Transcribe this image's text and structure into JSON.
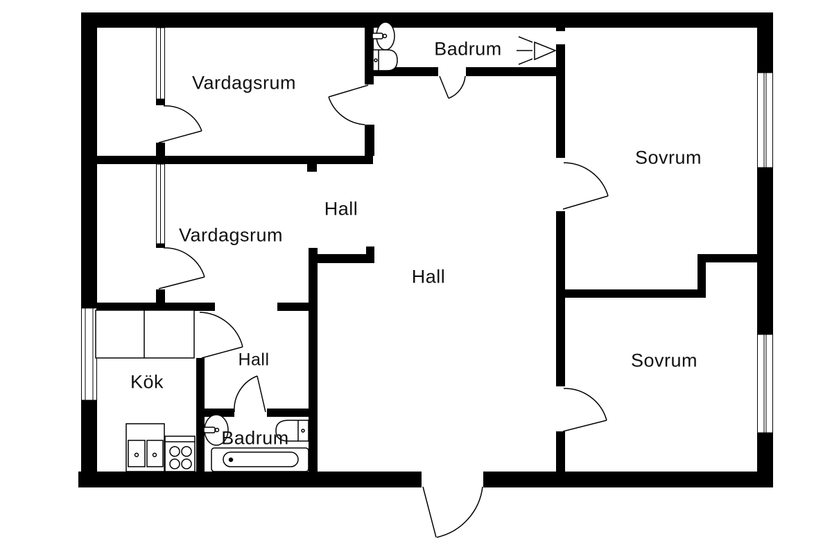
{
  "page": {
    "background": "#ffffff"
  },
  "colors": {
    "wall": "#000000",
    "label_text": "#111111",
    "fixture_fill": "#ffffff"
  },
  "rooms": {
    "vardagsrum_1": {
      "label": "Vardagsrum"
    },
    "vardagsrum_2": {
      "label": "Vardagsrum"
    },
    "badrum_upper": {
      "label": "Badrum"
    },
    "badrum_lower": {
      "label": "Badrum"
    },
    "hall_upper": {
      "label": "Hall"
    },
    "hall_main": {
      "label": "Hall"
    },
    "hall_small": {
      "label": "Hall"
    },
    "kok": {
      "label": "Kök"
    },
    "sovrum_upper": {
      "label": "Sovrum"
    },
    "sovrum_lower": {
      "label": "Sovrum"
    }
  }
}
